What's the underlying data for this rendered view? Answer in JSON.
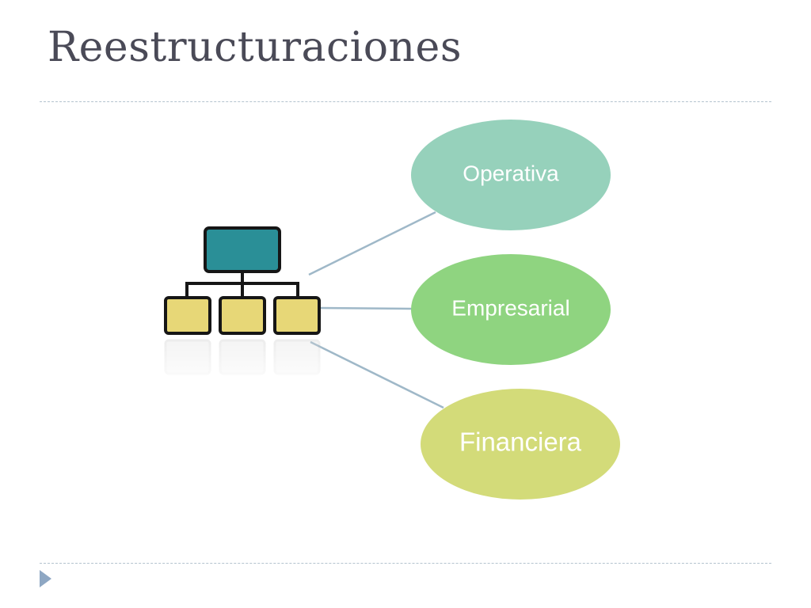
{
  "slide": {
    "title": "Reestructuraciones"
  },
  "diagram": {
    "icon": "org-chart-icon",
    "nodes": [
      {
        "id": "operativa",
        "label": "Operativa",
        "color": "#96d1bb"
      },
      {
        "id": "empresarial",
        "label": "Empresarial",
        "color": "#8fd480"
      },
      {
        "id": "financiera",
        "label": "Financiera",
        "color": "#d3db79"
      }
    ],
    "connector_color": "#9fb8c8",
    "org_chart_colors": {
      "top_box": "#2a8f97",
      "child_box": "#e7d777",
      "outline": "#161616"
    }
  },
  "footer": {
    "nav_icon": "next-slide-arrow-icon",
    "accent_color": "#8ea7c3"
  }
}
